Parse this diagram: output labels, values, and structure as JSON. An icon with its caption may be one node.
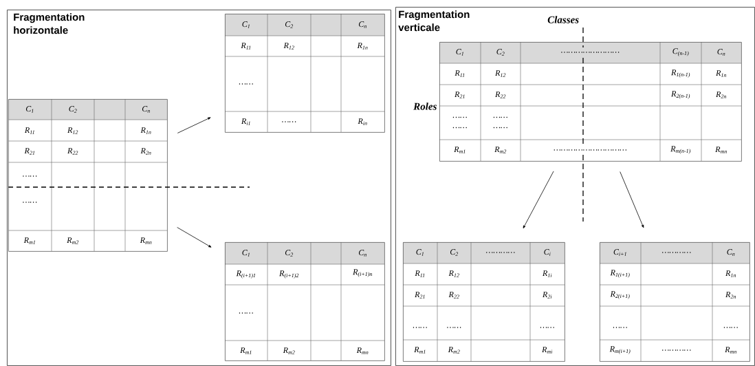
{
  "diagram": {
    "nodes": [
      {
        "text": [
          "Fragmentation horizontale"
        ]
      },
      {
        "text": [
          "C$_{1}$",
          "C$_{2}$",
          "C$_{n}$",
          "R$_{11}$",
          "R$_{12}$",
          "R$_{1n}$",
          "R$_{21}$",
          "R$_{22}$",
          "R$_{2n}$",
          "……",
          "……",
          "R$_{m1}$",
          "R$_{m2}$",
          "R$_{mn}$"
        ],
        "in": 0
      },
      {
        "text": [
          "C$_{1}$",
          "C$_{2}$",
          "C$_{n}$",
          "R$_{11}$",
          "R$_{12}$",
          "R$_{1n}$",
          "……",
          "R$_{i1}$",
          "……",
          "R$_{in}$"
        ],
        "in": 0
      },
      {
        "text": [
          "C$_{1}$",
          "C$_{2}$",
          "C$_{n}$",
          "R$_{(i+1)1}$",
          "R$_{(i+1)2}$",
          "R$_{(i+1)n}$",
          "……",
          "R$_{m1}$",
          "R$_{m2}$",
          "R$_{mn}$"
        ],
        "in": 0
      },
      {
        "text": [
          "Fragmentation verticale"
        ]
      },
      {
        "text": [
          "C$_{1}$",
          "C$_{2}$",
          "……………………",
          "C$_{(n-1)}$",
          "C$_{n}$",
          "R$_{11}$",
          "R$_{12}$",
          "R$_{1(n-1)}$",
          "R$_{1n}$",
          "R$_{21}$",
          "R$_{22}$",
          "R$_{2(n-1)}$",
          "R$_{2n}$",
          "…… ……",
          "…… ……",
          "R$_{m1}$",
          "R$_{m2}$",
          "…………………………",
          "R$_{m(n-1)}$",
          "R$_{mn}$"
        ],
        "in": 4
      },
      {
        "text": [
          "C$_{1}$",
          "C$_{2}$",
          "…………",
          "C$_{i}$",
          "R$_{11}$",
          "R$_{12}$",
          "R$_{1i}$",
          "R$_{21}$",
          "R$_{22}$",
          "R$_{2i}$",
          "……",
          "……",
          "……",
          "R$_{m1}$",
          "R$_{m2}$",
          "R$_{mi}$"
        ],
        "in": 4
      },
      {
        "text": [
          "C$_{i+1}$",
          "…………",
          "C$_{n}$",
          "R$_{1(i+1)}$",
          "R$_{1n}$",
          "R$_{2(i+1)}$",
          "R$_{2n}$",
          "……",
          "……",
          "R$_{m(i+1)}$",
          "…………",
          "R$_{mn}$"
        ],
        "in": 4
      }
    ],
    "edges": [
      {
        "from": 1,
        "to": 2,
        "arrow": "to"
      },
      {
        "from": 1,
        "to": 3,
        "arrow": "to"
      },
      {
        "from": 5,
        "to": 6,
        "arrow": "to"
      },
      {
        "from": 5,
        "to": 7,
        "arrow": "to"
      }
    ],
    "labels": [
      "Classes",
      "Roles"
    ]
  }
}
